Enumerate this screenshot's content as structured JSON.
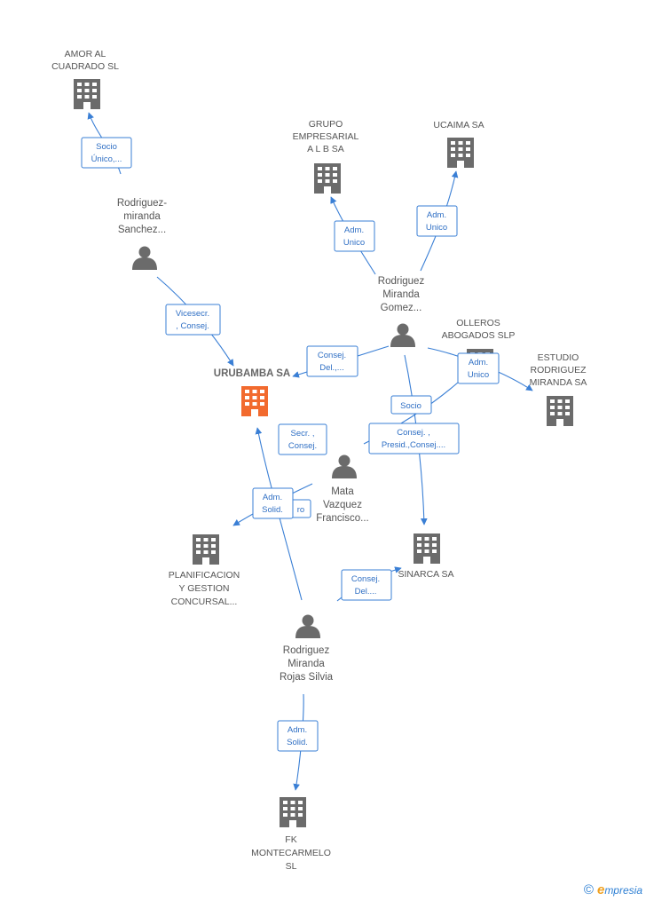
{
  "companies": [
    {
      "id": "amor",
      "lines": [
        "AMOR AL",
        "CUADRADO SL"
      ],
      "color": "#6b6b6b"
    },
    {
      "id": "grupo",
      "lines": [
        "GRUPO",
        "EMPRESARIAL",
        "A L B SA"
      ],
      "color": "#6b6b6b"
    },
    {
      "id": "ucaima",
      "lines": [
        "UCAIMA SA"
      ],
      "color": "#6b6b6b"
    },
    {
      "id": "olleros",
      "lines": [
        "OLLEROS",
        "ABOGADOS  SLP"
      ],
      "color": "#6b6b6b"
    },
    {
      "id": "estudio",
      "lines": [
        "ESTUDIO",
        "RODRIGUEZ",
        "MIRANDA SA"
      ],
      "color": "#6b6b6b"
    },
    {
      "id": "urubamba",
      "lines": [
        "URUBAMBA SA"
      ],
      "color": "#f26a2e",
      "center": true
    },
    {
      "id": "planificacion",
      "lines": [
        "PLANIFICACION",
        "Y GESTION",
        "CONCURSAL..."
      ],
      "color": "#6b6b6b"
    },
    {
      "id": "sinarca",
      "lines": [
        "SINARCA SA"
      ],
      "color": "#6b6b6b"
    },
    {
      "id": "fk",
      "lines": [
        "FK",
        "MONTECARMELO",
        "SL"
      ],
      "color": "#6b6b6b"
    }
  ],
  "persons": [
    {
      "id": "sanchez",
      "lines": [
        "Rodriguez-",
        "miranda",
        "Sanchez..."
      ]
    },
    {
      "id": "gomez",
      "lines": [
        "Rodriguez",
        "Miranda",
        "Gomez..."
      ]
    },
    {
      "id": "mata",
      "lines": [
        "Mata",
        "Vazquez",
        "Francisco..."
      ]
    },
    {
      "id": "silvia",
      "lines": [
        "Rodriguez",
        "Miranda",
        "Rojas Silvia"
      ]
    }
  ],
  "roles": [
    {
      "id": "r1",
      "lines": [
        "Socio",
        "Único,..."
      ]
    },
    {
      "id": "r2",
      "lines": [
        "Vicesecr.",
        ", Consej."
      ]
    },
    {
      "id": "r3",
      "lines": [
        "Adm.",
        "Unico"
      ]
    },
    {
      "id": "r4",
      "lines": [
        "Adm.",
        "Unico"
      ]
    },
    {
      "id": "r5",
      "lines": [
        "Consej.",
        "Del.,..."
      ]
    },
    {
      "id": "r6",
      "lines": [
        "Adm.",
        "Unico"
      ]
    },
    {
      "id": "r7",
      "lines": [
        "Socio"
      ]
    },
    {
      "id": "r8",
      "lines": [
        "Consej. ,",
        "Presid.,Consej...."
      ]
    },
    {
      "id": "r9",
      "lines": [
        "Secr. ,",
        "Consej."
      ]
    },
    {
      "id": "r10",
      "lines": [
        "Adm.",
        "Solid."
      ]
    },
    {
      "id": "r11",
      "lines": [
        "ro"
      ]
    },
    {
      "id": "r12",
      "lines": [
        "Consej.",
        "Del...."
      ]
    },
    {
      "id": "r13",
      "lines": [
        "Adm.",
        "Solid."
      ]
    }
  ],
  "branding": {
    "copyright": "©",
    "e": "e",
    "rest": "mpresia"
  },
  "colors": {
    "edge": "#3a7fd5",
    "building": "#6b6b6b",
    "center": "#f26a2e",
    "person": "#6b6b6b"
  }
}
